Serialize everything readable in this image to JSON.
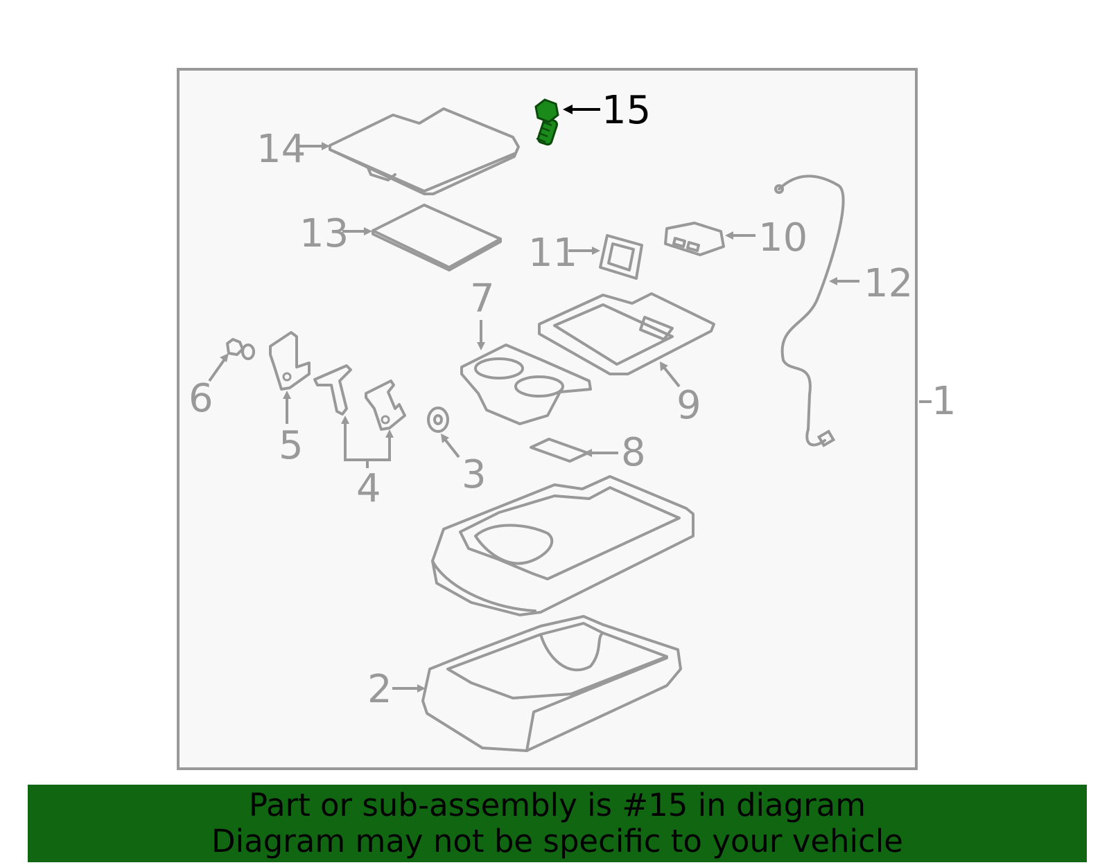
{
  "banner": {
    "line1": "Part or sub-assembly is #15 in diagram",
    "line2": "Diagram may not be specific to your vehicle"
  },
  "callouts": {
    "c1": "1",
    "c2": "2",
    "c3": "3",
    "c4": "4",
    "c5": "5",
    "c6": "6",
    "c7": "7",
    "c8": "8",
    "c9": "9",
    "c10": "10",
    "c11": "11",
    "c12": "12",
    "c13": "13",
    "c14": "14",
    "c15": "15"
  },
  "colors": {
    "banner_bg": "#116611",
    "highlight_part": "#1a8a1a",
    "line_gray": "#999999",
    "frame_bg": "#f8f8f8"
  },
  "highlighted_part": "15"
}
